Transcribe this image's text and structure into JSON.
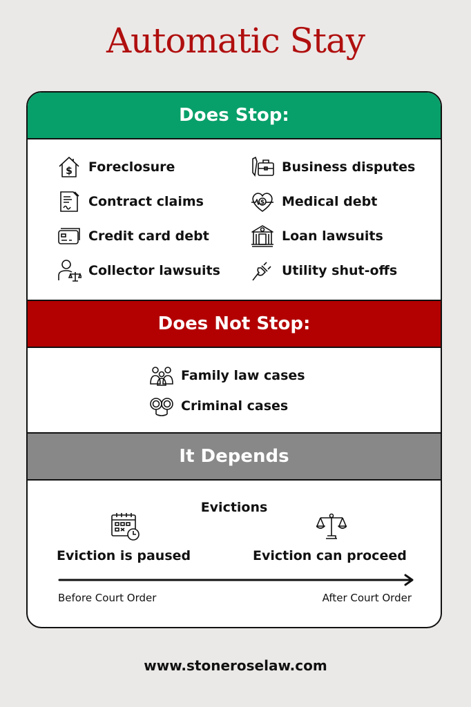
{
  "title": "Automatic Stay",
  "sections": {
    "does_stop": {
      "header": "Does Stop:",
      "color": "#08a06a",
      "items": [
        {
          "label": "Foreclosure",
          "icon": "house-dollar-icon"
        },
        {
          "label": "Business disputes",
          "icon": "briefcase-tie-icon"
        },
        {
          "label": "Contract claims",
          "icon": "contract-document-icon"
        },
        {
          "label": "Medical debt",
          "icon": "heart-dollar-icon"
        },
        {
          "label": "Credit card debt",
          "icon": "credit-card-icon"
        },
        {
          "label": "Loan lawsuits",
          "icon": "bank-icon"
        },
        {
          "label": "Collector lawsuits",
          "icon": "person-scales-icon"
        },
        {
          "label": "Utility shut-offs",
          "icon": "plug-icon"
        }
      ]
    },
    "does_not_stop": {
      "header": "Does Not Stop:",
      "color": "#b30000",
      "items": [
        {
          "label": "Family law cases",
          "icon": "family-icon"
        },
        {
          "label": "Criminal cases",
          "icon": "handcuffs-icon"
        }
      ]
    },
    "it_depends": {
      "header": "It Depends",
      "color": "#888888",
      "subtitle": "Evictions",
      "left": {
        "label": "Eviction is paused",
        "icon": "calendar-clock-icon",
        "caption": "Before Court Order"
      },
      "right": {
        "label": "Eviction can proceed",
        "icon": "scales-of-justice-icon",
        "caption": "After Court Order"
      }
    }
  },
  "footer": "www.stoneroselaw.com"
}
